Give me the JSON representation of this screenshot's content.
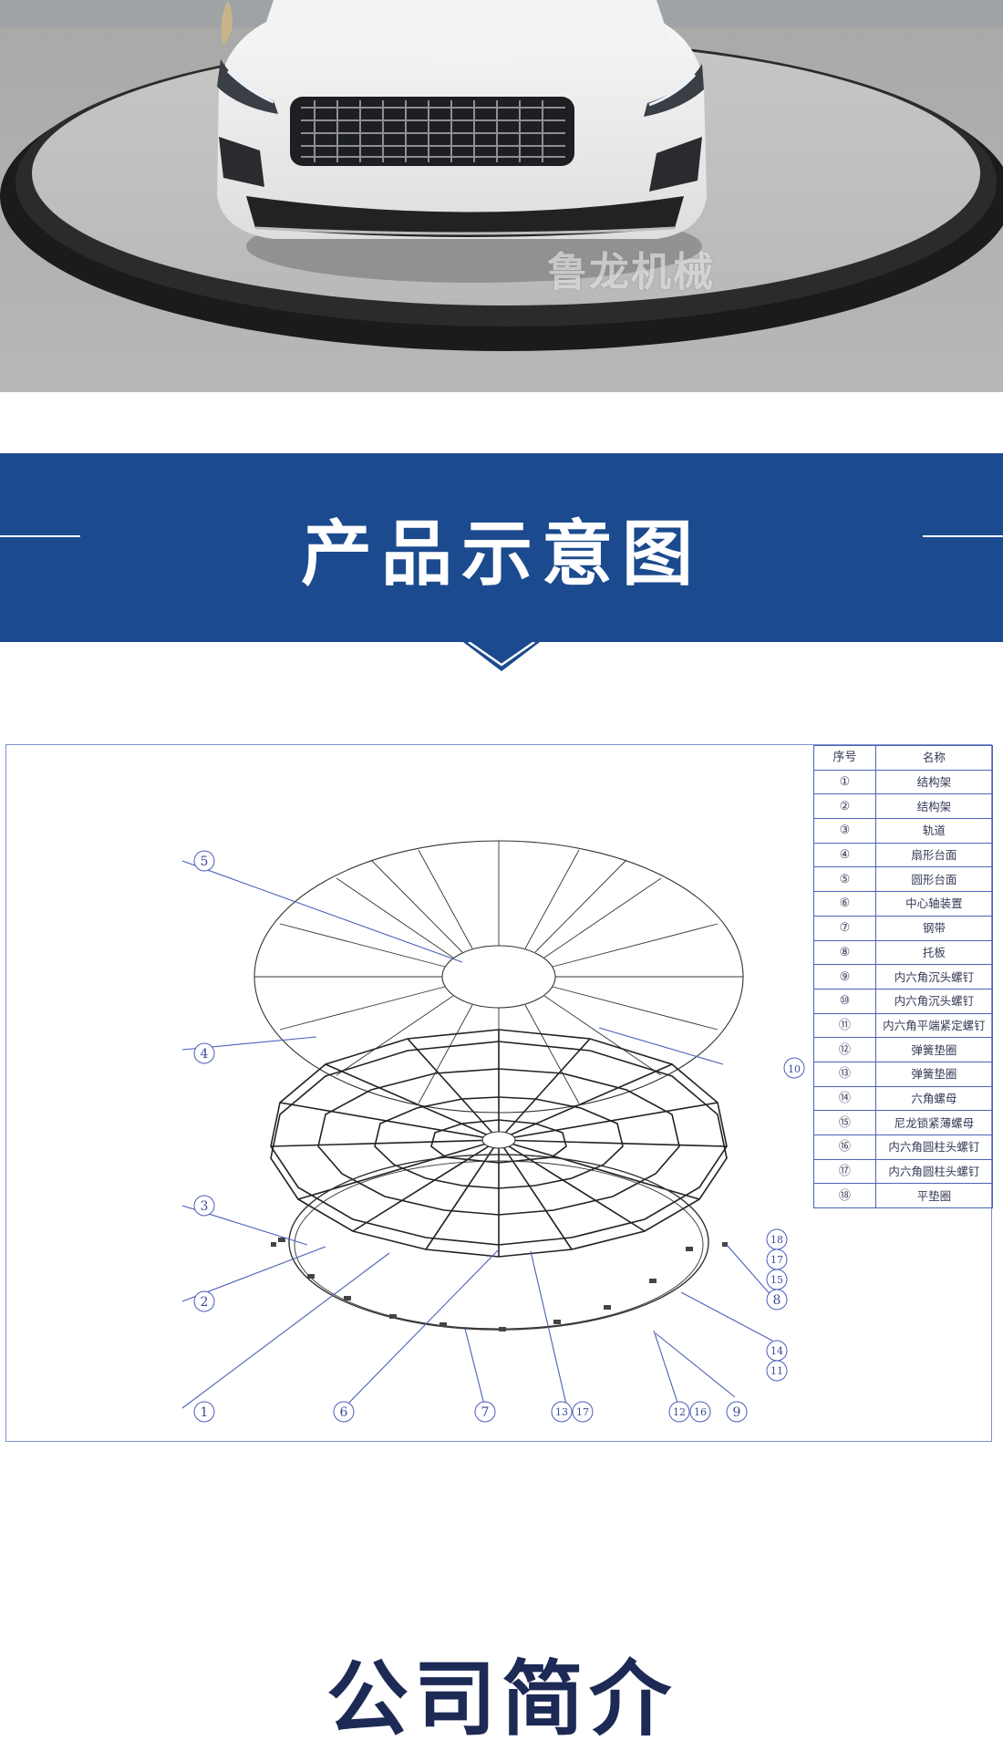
{
  "hero": {
    "watermark": "鲁龙机械"
  },
  "banner": {
    "title": "产品示意图",
    "color": "#1c4a8e"
  },
  "drawing": {
    "callouts": [
      "1",
      "2",
      "3",
      "4",
      "5",
      "6",
      "7",
      "8",
      "9",
      "10",
      "11",
      "12",
      "13",
      "14",
      "15",
      "16",
      "17",
      "18"
    ],
    "table": {
      "header": [
        "序号",
        "名称"
      ],
      "rows": [
        [
          "①",
          "结构架"
        ],
        [
          "②",
          "结构架"
        ],
        [
          "③",
          "轨道"
        ],
        [
          "④",
          "扇形台面"
        ],
        [
          "⑤",
          "圆形台面"
        ],
        [
          "⑥",
          "中心轴装置"
        ],
        [
          "⑦",
          "钢带"
        ],
        [
          "⑧",
          "托板"
        ],
        [
          "⑨",
          "内六角沉头螺钉"
        ],
        [
          "⑩",
          "内六角沉头螺钉"
        ],
        [
          "⑪",
          "内六角平端紧定螺钉"
        ],
        [
          "⑫",
          "弹簧垫圈"
        ],
        [
          "⑬",
          "弹簧垫圈"
        ],
        [
          "⑭",
          "六角螺母"
        ],
        [
          "⑮",
          "尼龙锁紧薄螺母"
        ],
        [
          "⑯",
          "内六角圆柱头螺钉"
        ],
        [
          "⑰",
          "内六角圆柱头螺钉"
        ],
        [
          "⑱",
          "平垫圈"
        ]
      ]
    }
  },
  "company": {
    "title": "公司简介"
  }
}
